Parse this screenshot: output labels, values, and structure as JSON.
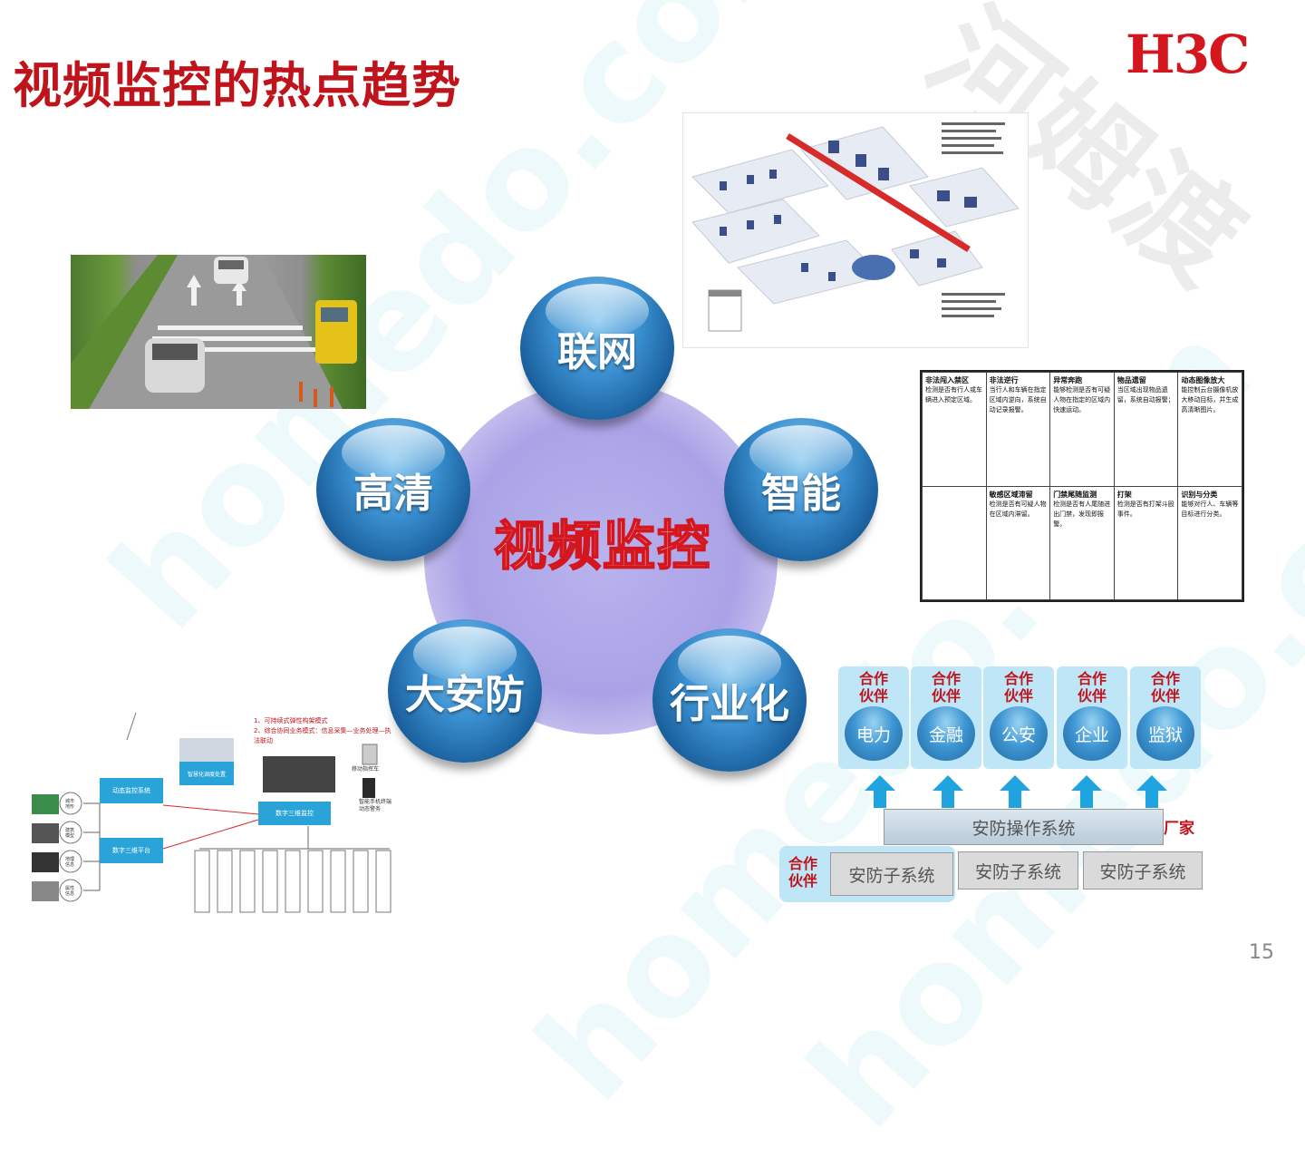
{
  "title": "视频监控的热点趋势",
  "logo_text": "H3C",
  "page_number": "15",
  "watermark": {
    "latin": "homedo.com",
    "cn": "河姆渡"
  },
  "center": {
    "label": "视频监控"
  },
  "bubbles": [
    {
      "id": "network",
      "label": "联网"
    },
    {
      "id": "intelligent",
      "label": "智能"
    },
    {
      "id": "industry",
      "label": "行业化"
    },
    {
      "id": "security",
      "label": "大安防"
    },
    {
      "id": "hd",
      "label": "高清"
    }
  ],
  "feature_table": {
    "row1": [
      {
        "head": "非法闯入禁区",
        "body": "检测是否有行人或车辆进入预定区域。"
      },
      {
        "head": "非法逆行",
        "body": "当行人和车辆在指定区域内逆向，系统自动记录报警。"
      },
      {
        "head": "异常奔跑",
        "body": "能够检测是否有可疑人物在指定的区域内快速运动。"
      },
      {
        "head": "物品遗留",
        "body": "当区域出现物品遗留，系统自动报警；"
      },
      {
        "head": "动态图像放大",
        "body": "能控制云台摄像机放大移动目标，并生成高清晰图片。"
      }
    ],
    "row2": [
      {
        "head": "",
        "body": ""
      },
      {
        "head": "敏感区域滞留",
        "body": "检测是否有可疑人物在区域内滞留。"
      },
      {
        "head": "门禁尾随监测",
        "body": "检测是否有人尾随进出门禁，发现即报警。"
      },
      {
        "head": "打架",
        "body": "检测是否有打架斗殴事件。"
      },
      {
        "head": "识别与分类",
        "body": "能够对行人、车辆等目标进行分类。"
      }
    ]
  },
  "industry": {
    "partner_label": "合作伙伴",
    "sectors": [
      "电力",
      "金融",
      "公安",
      "企业",
      "监狱"
    ],
    "os_label": "安防操作系统",
    "vendor_label": "厂家",
    "subsystem_label": "安防子系统",
    "partner_bottom_label": "合作伙伴"
  },
  "left_diagram": {
    "notes": [
      "1、可持续式弹性构架模式",
      "2、综合协同业务模式：信息采集—业务处理—执法联动"
    ],
    "boxes": [
      "动态监控系统",
      "数字三维平台",
      "智慧化调度处置",
      "数字三维监控"
    ],
    "mobile": [
      "移动指挥车",
      "智能手机终端 动态警务"
    ],
    "left_labels": [
      "城市地形",
      "建筑模型",
      "地理信息",
      "属性信息"
    ]
  },
  "colors": {
    "title_red": "#c0141c",
    "ball_blue": "#2a7dc0",
    "center_purple": "#aaa2e6",
    "partner_bg": "#bfe6f6",
    "arrow_blue": "#1fa4e0"
  }
}
